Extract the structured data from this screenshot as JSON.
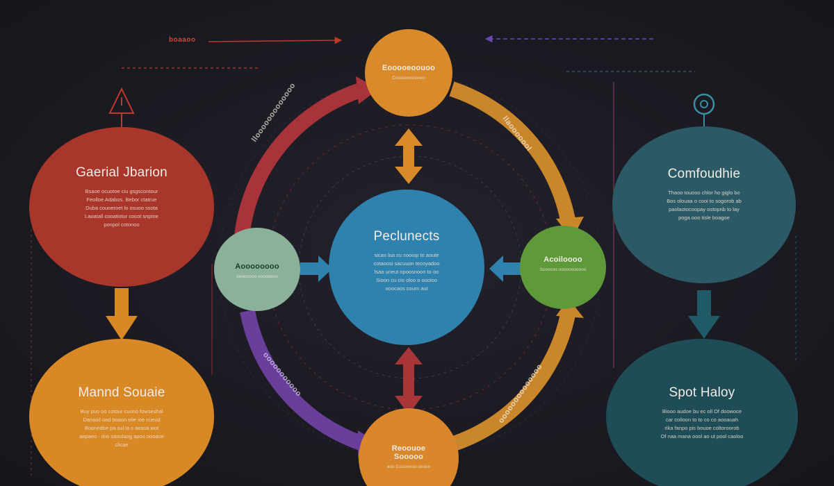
{
  "diagram": {
    "top_left_label": "boaaoo",
    "nodes": {
      "left_top": {
        "title": "Gaerial Jbarion",
        "text": [
          "Bsaoe ocuotoe ciu gsgscontour",
          "Feolloe Adabos. Bebor ctatrue",
          "Duba couoeroet lo osuoo ssota",
          "Laoatall cooatiotur cocot snptoe",
          "ponpol cotonoo"
        ],
        "color": "#a8362a"
      },
      "left_bottom": {
        "title": "Mannd Souaie",
        "text": [
          "Buy puo oo cotour cuono fowseshal",
          "Danaoil oad boaon elie ioe cueud",
          "Boonedbe pa sul la s aeasa wot",
          "aapaeo - ilno saoulaog apoo oooaoe",
          "clicae"
        ],
        "color": "#d98826"
      },
      "center": {
        "title": "Peclunects",
        "text": [
          "sicao loa cu cooiop to aoute",
          "cotaoosi sacuuon tecoyadoo",
          "lsaa uneut opoosnoon to oo",
          "Sioon cu cio oloo o ouoioo",
          "ooocaos coum aut"
        ],
        "color": "#2f82ae"
      },
      "top": {
        "title": "Eooooeoouoo",
        "text": [
          "Cooaoooooooco"
        ],
        "color": "#d98a2b"
      },
      "bottom": {
        "title": "Reoouoe",
        "subtitle": "Sooooo",
        "text": [
          "aoo Couooooo ooooo"
        ],
        "color": "#d9872a"
      },
      "left_small": {
        "title": "Aoooooooo",
        "text": [
          "oooooooo oooooooo"
        ],
        "color": "#8bb19a"
      },
      "right_small": {
        "title": "Acoiloooo",
        "text": [
          "Scoocoo ooooooooooo"
        ],
        "color": "#5f9a3a"
      },
      "right_top": {
        "title": "Comfoudhie",
        "text": [
          "Thaoo touooo chlor ho giglo bo",
          "Bos olouaa o cooi to sogorob ab",
          "paolaotocoopay ostopnb to lay",
          "poga ooo tisle boagoe"
        ],
        "color": "#2b5a66"
      },
      "right_bottom": {
        "title": "Spot Haloy",
        "text": [
          "Biooo audoe bu ec oll Of doowoce",
          "car coiloon to to co co aooauah",
          "rika fanpo pis bouoe coltoroorob",
          "Of naa mana oool ao ut pool caoloo"
        ],
        "color": "#1f4d57"
      }
    },
    "ring_labels": {
      "upper_left": "llooooooooooooo",
      "upper_right": "llaooooool",
      "lower_left": "ooooooooooo",
      "lower_right": "oooooooooooooo"
    }
  }
}
